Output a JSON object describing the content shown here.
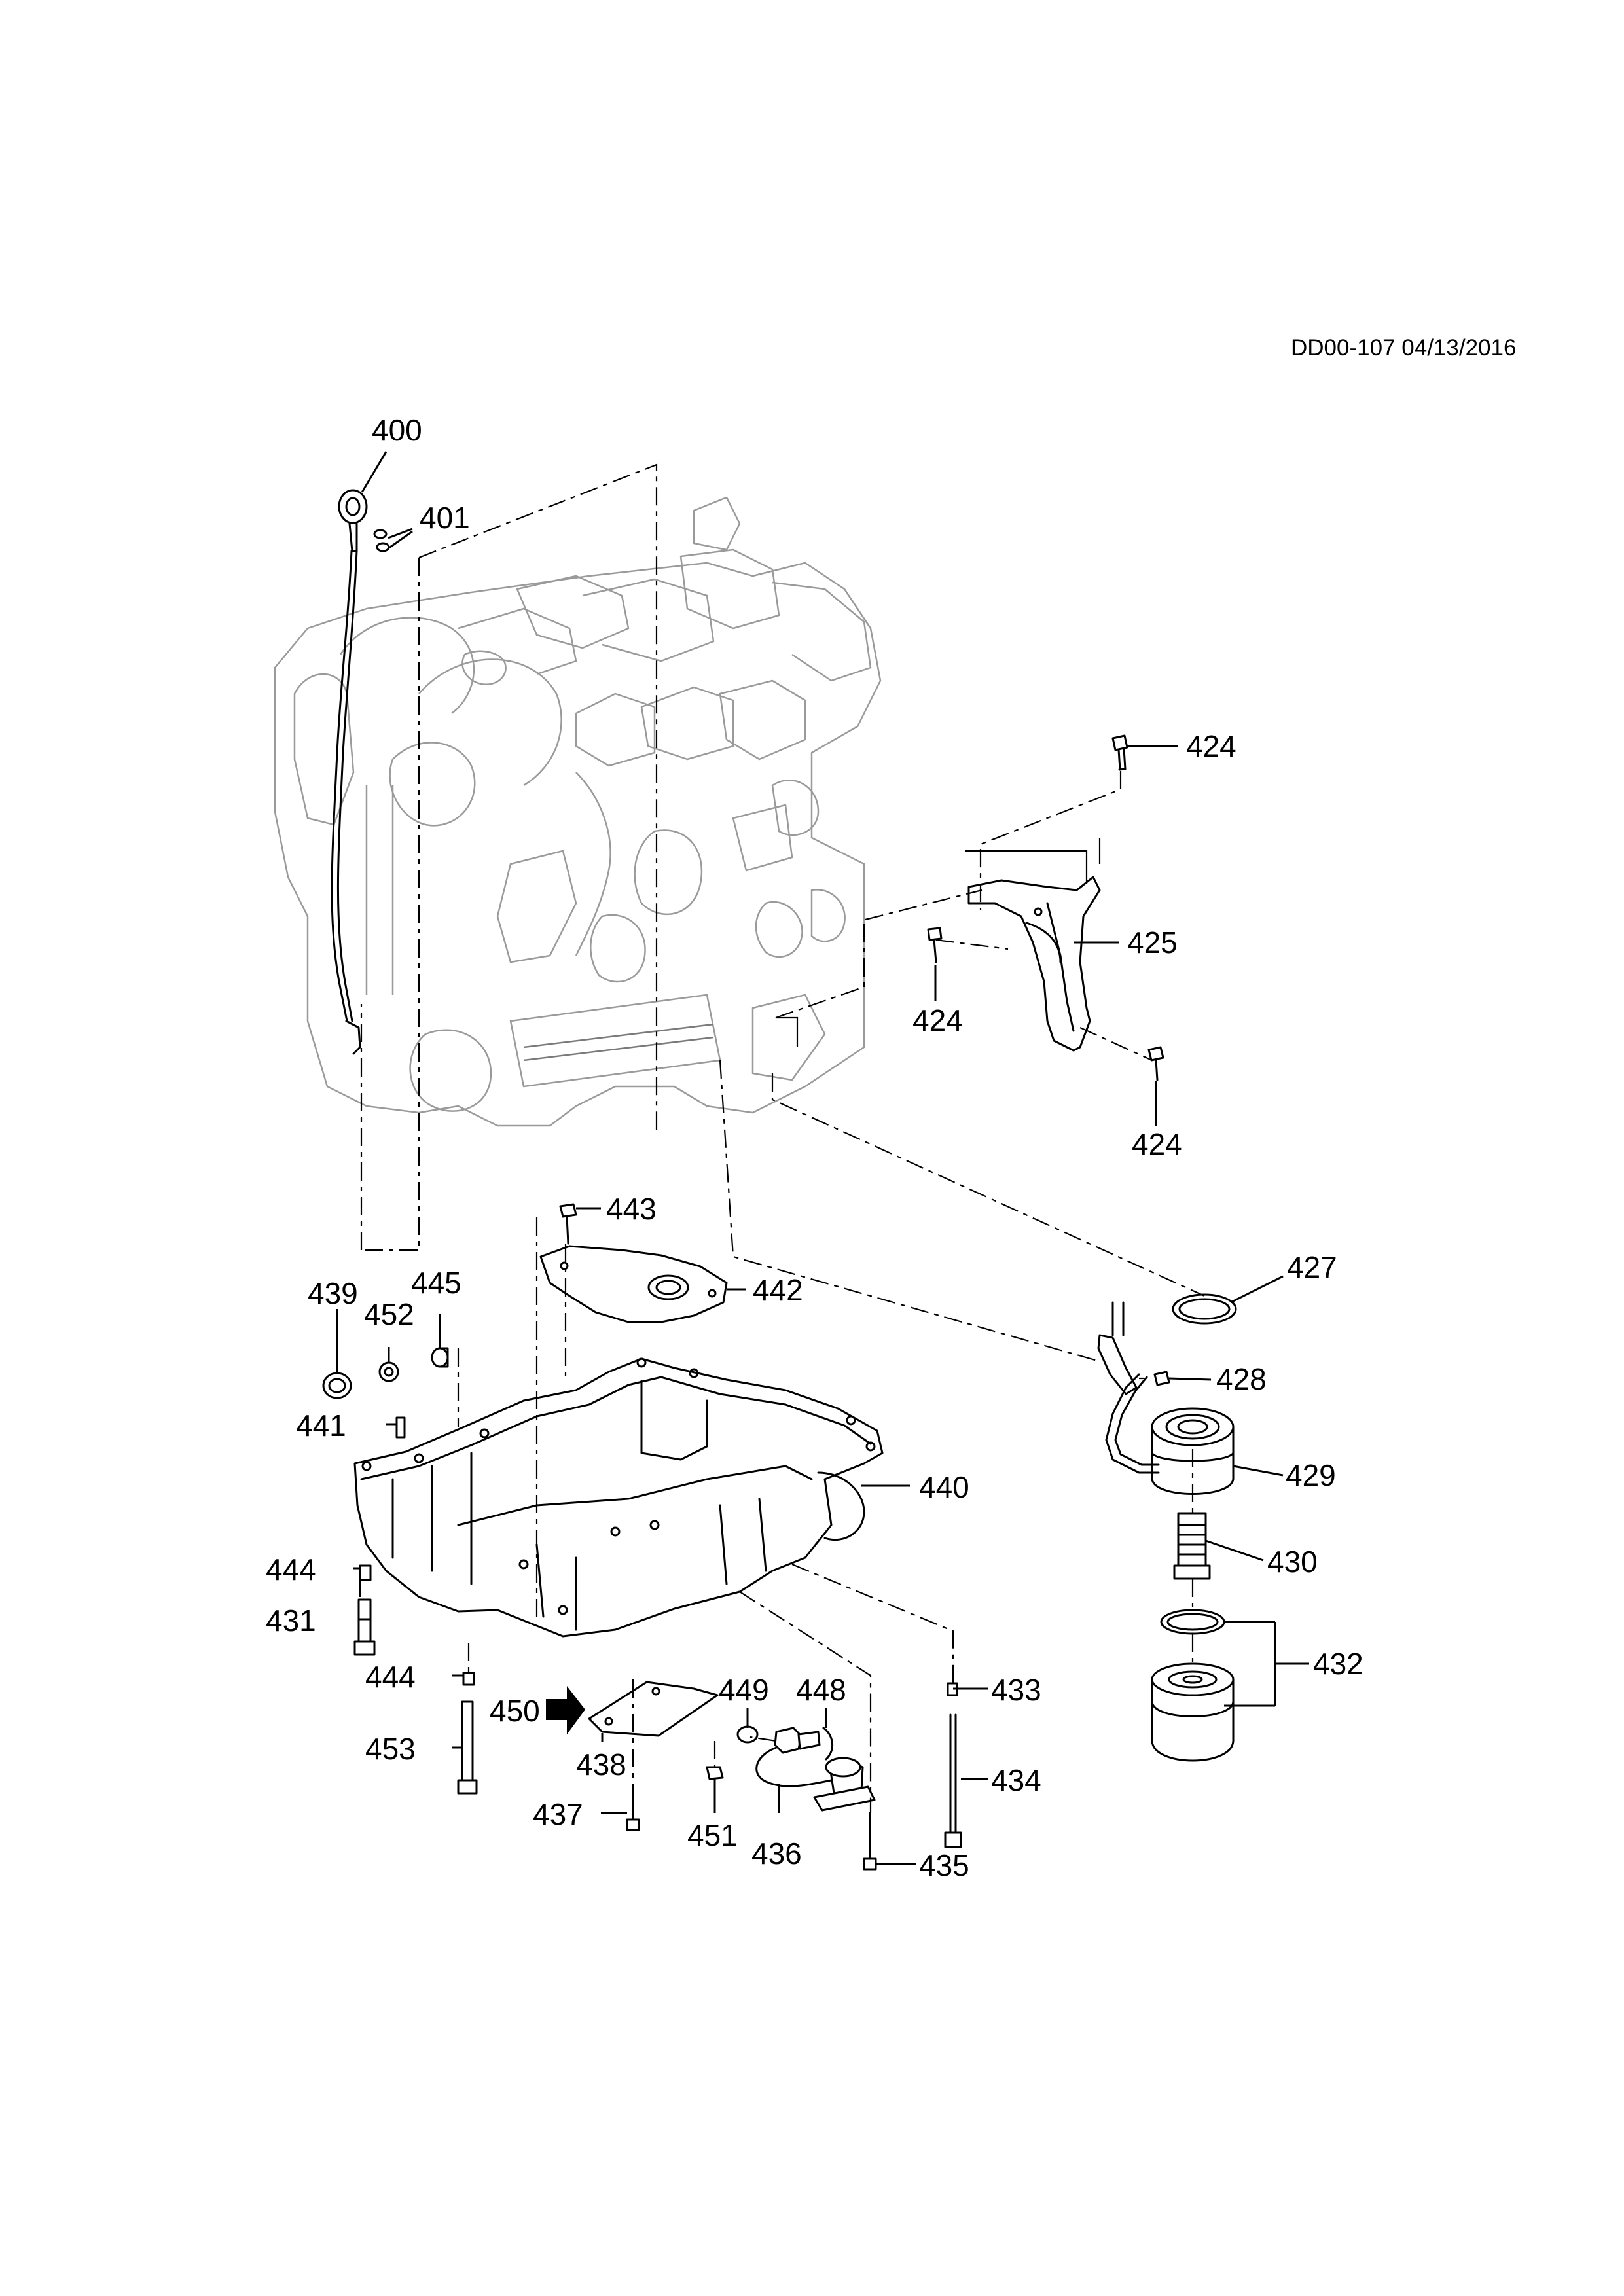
{
  "header": {
    "doc_id": "DD00-107 04/13/2016"
  },
  "callouts": {
    "c400": "400",
    "c401": "401",
    "c424a": "424",
    "c424b": "424",
    "c424c": "424",
    "c425": "425",
    "c427": "427",
    "c428": "428",
    "c429": "429",
    "c430": "430",
    "c431": "431",
    "c432": "432",
    "c433": "433",
    "c434": "434",
    "c435": "435",
    "c436": "436",
    "c437": "437",
    "c438": "438",
    "c439": "439",
    "c440": "440",
    "c441": "441",
    "c442": "442",
    "c443": "443",
    "c444a": "444",
    "c444b": "444",
    "c445": "445",
    "c448": "448",
    "c449": "449",
    "c450": "450",
    "c451": "451",
    "c452": "452",
    "c453": "453"
  },
  "colors": {
    "linework": "#000000",
    "engine_block": "#9a9a9a",
    "background": "#ffffff"
  },
  "icons": {
    "view_direction": "view-arrow-icon"
  }
}
